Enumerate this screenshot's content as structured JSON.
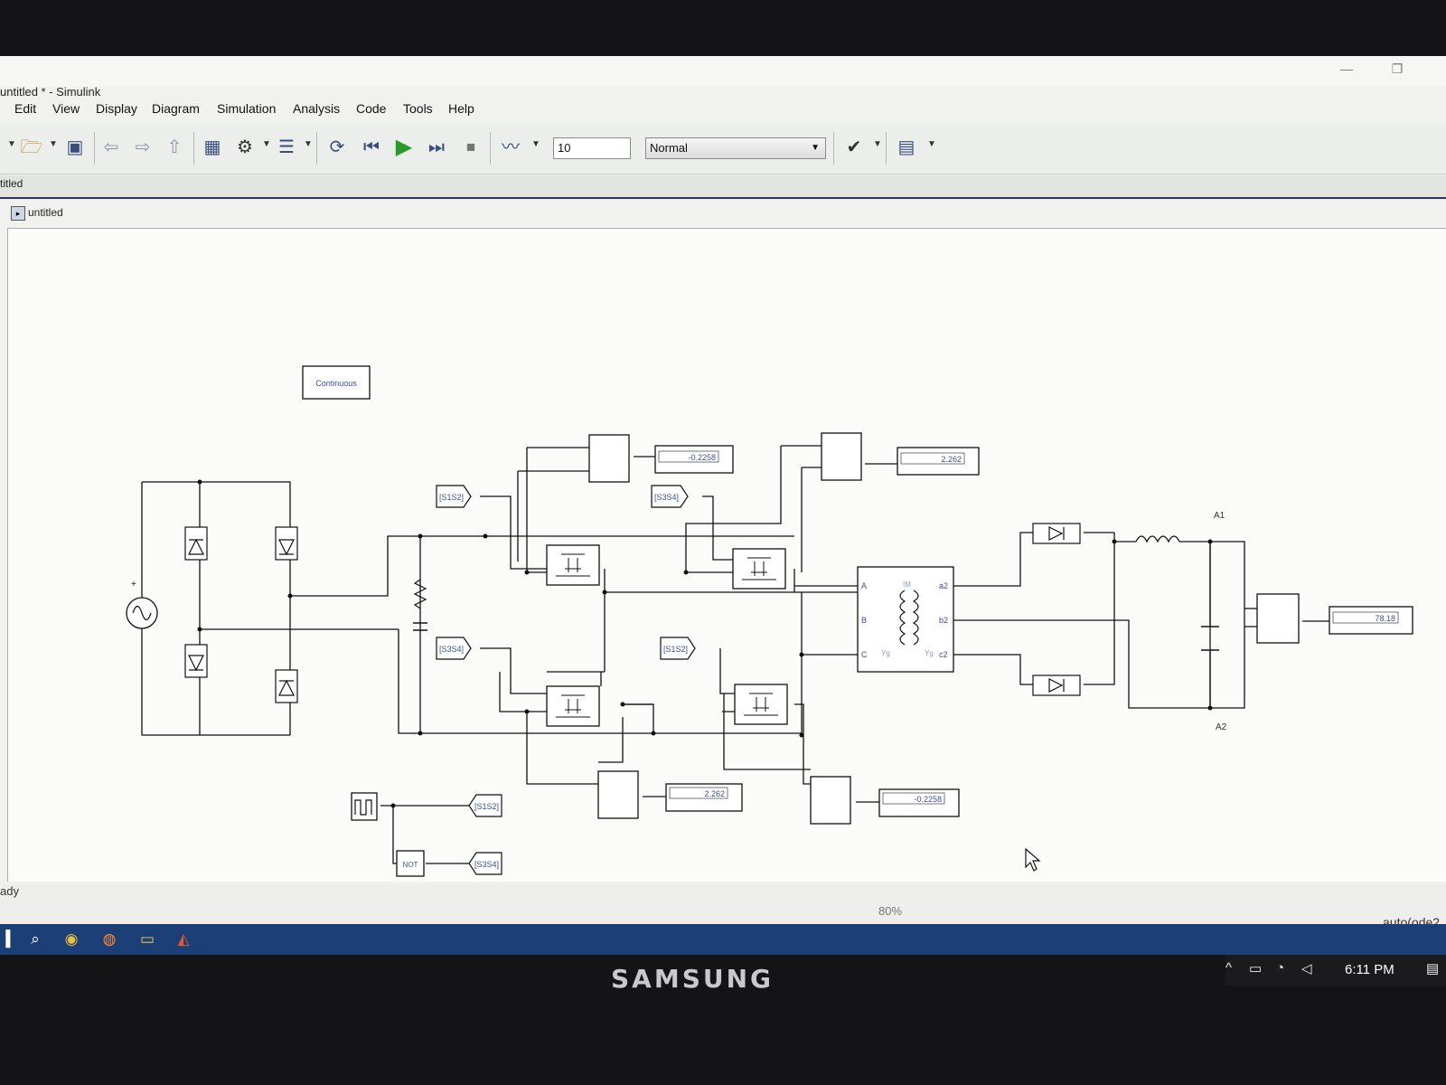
{
  "window": {
    "title": "untitled * - Simulink"
  },
  "menu": {
    "items": [
      "Edit",
      "View",
      "Display",
      "Diagram",
      "Simulation",
      "Analysis",
      "Code",
      "Tools",
      "Help"
    ]
  },
  "toolbar": {
    "stop_time": "10",
    "sim_mode": "Normal",
    "icons": [
      "open-icon",
      "save-icon",
      "back-arrow-icon",
      "forward-arrow-icon",
      "up-arrow-icon",
      "library-browser-icon",
      "model-config-icon",
      "model-explorer-icon",
      "step-back-icon",
      "run-icon",
      "step-forward-icon",
      "stop-icon",
      "data-inspector-icon",
      "model-advisor-icon",
      "build-icon"
    ]
  },
  "tabs": {
    "active_tab": "titled"
  },
  "breadcrumb": {
    "label": "untitled"
  },
  "diagram": {
    "powergui_label": "Continuous",
    "display_values": {
      "top_left": "-0.2258",
      "top_right": "2.262",
      "bottom_left": "2.262",
      "bottom_right": "-0.2258",
      "output": "78.18"
    },
    "goto_tags": {
      "s1s2_top": "[S1S2]",
      "s3s4_top": "[S3S4]",
      "s3s4_mid": "[S3S4]",
      "s1s2_mid": "[S1S2]",
      "s1s2_bottom": "[S1S2]",
      "s3s4_bottom": "[S3S4]"
    },
    "not_label": "NOT",
    "transformer": {
      "ports_left": [
        "A",
        "B",
        "C"
      ],
      "ports_right": [
        "a2",
        "b2",
        "c2"
      ],
      "label_center": "IM",
      "label_left": "Yg",
      "label_right": "Yg"
    },
    "node_labels": {
      "a1": "A1",
      "a2": "A2"
    },
    "source_polarity": "+"
  },
  "status": {
    "ready": "ady",
    "zoom": "80%",
    "solver": "auto(ode2"
  },
  "taskbar": {
    "clock": "6:11 PM",
    "icons": [
      "start-icon",
      "search-icon",
      "chrome-icon",
      "firefox-icon",
      "file-explorer-icon",
      "matlab-icon"
    ]
  },
  "bezel": {
    "brand": "SAMSUNG"
  },
  "colors": {
    "accent": "#3a4e7d",
    "taskbar": "#1d3f77",
    "run_green": "#2a9a2a",
    "wire": "#111111"
  }
}
